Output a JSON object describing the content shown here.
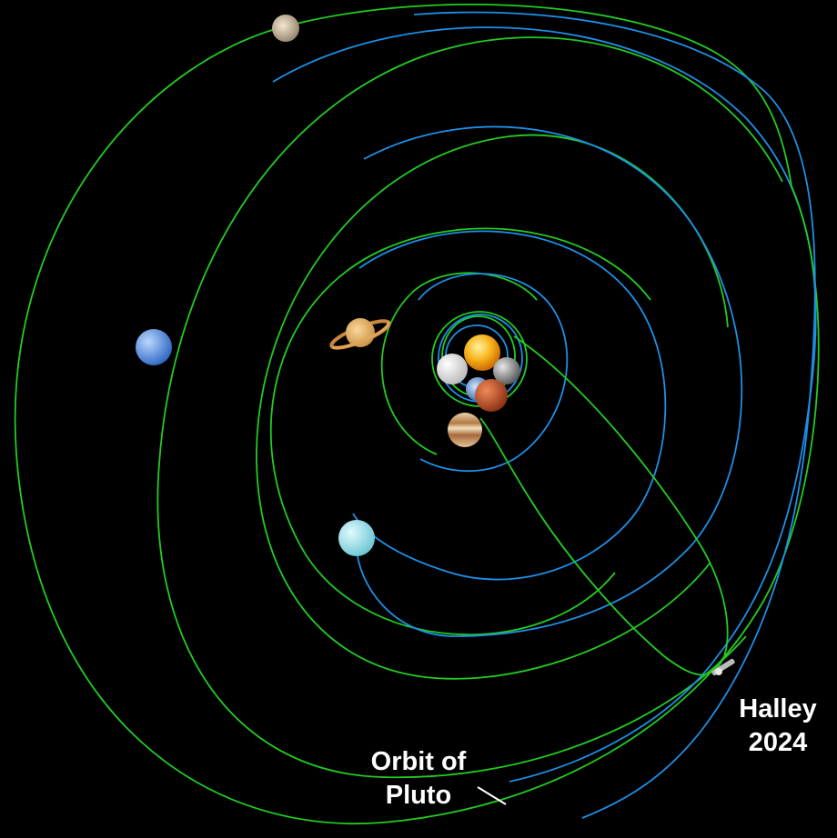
{
  "labels": {
    "halley_line1": "Halley",
    "halley_line2": "2024",
    "pluto_line1": "Orbit of",
    "pluto_line2": "Pluto"
  },
  "colors": {
    "background": "#000000",
    "orbit_green": "#22cc22",
    "orbit_blue": "#1e8fe6",
    "text": "#ffffff"
  },
  "bodies": [
    "sun",
    "mercury",
    "venus",
    "earth",
    "mars",
    "jupiter",
    "saturn",
    "uranus",
    "neptune",
    "pluto",
    "halley-comet"
  ]
}
